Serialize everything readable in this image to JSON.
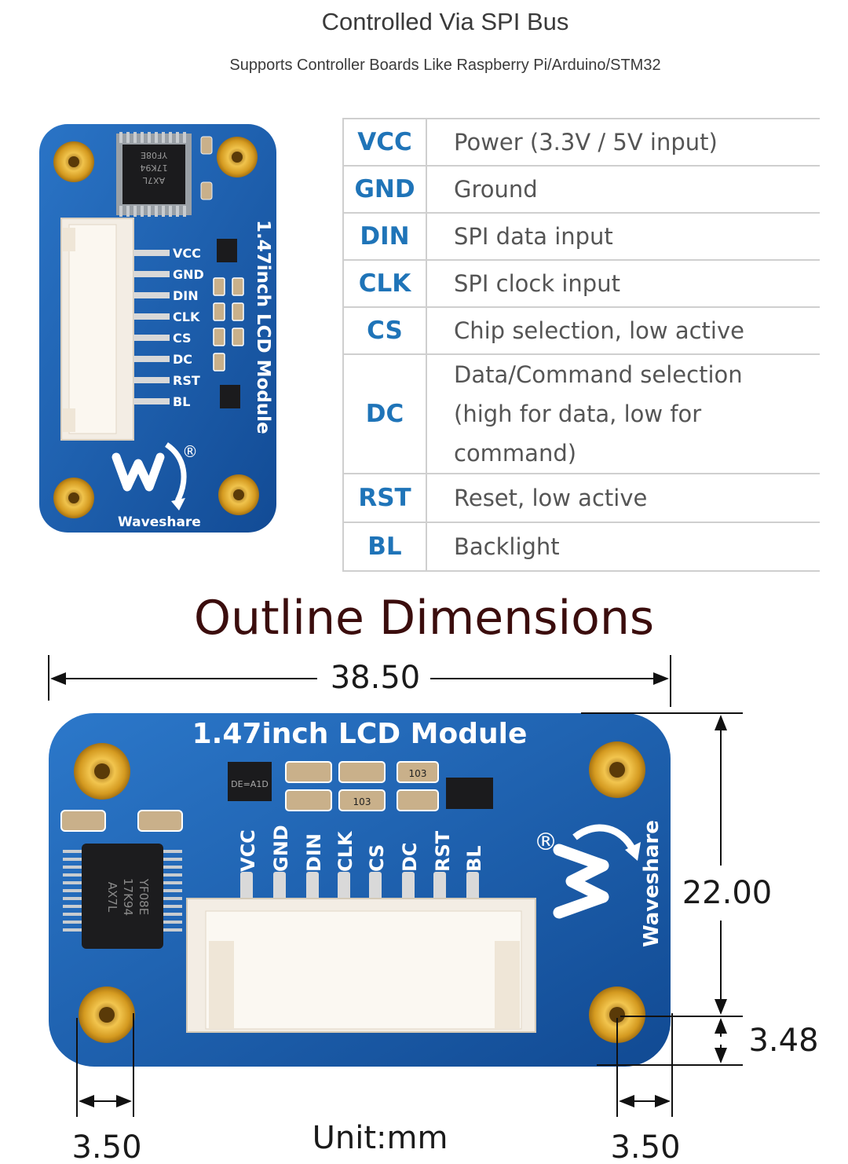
{
  "header": {
    "title": "Controlled Via SPI Bus",
    "subtitle": "Supports Controller Boards Like Raspberry Pi/Arduino/STM32"
  },
  "pins": [
    {
      "name": "VCC",
      "desc": "Power (3.3V / 5V input)"
    },
    {
      "name": "GND",
      "desc": "Ground"
    },
    {
      "name": "DIN",
      "desc": "SPI data input"
    },
    {
      "name": "CLK",
      "desc": "SPI clock input"
    },
    {
      "name": "CS",
      "desc": "Chip selection, low active"
    },
    {
      "name": "DC",
      "desc": "Data/Command selection",
      "desc2": "(high for data, low for command)"
    },
    {
      "name": "RST",
      "desc": "Reset, low active"
    },
    {
      "name": "BL",
      "desc": "Backlight"
    }
  ],
  "board": {
    "module_title": "1.47inch LCD Module",
    "brand": "Waveshare",
    "registered": "®",
    "chip_lines": [
      "AX7L",
      "17K94",
      "YF08E"
    ],
    "pin_labels": [
      "VCC",
      "GND",
      "DIN",
      "CLK",
      "CS",
      "DC",
      "RST",
      "BL"
    ],
    "resistor_label": "103",
    "transistor_label": "DE=A1D"
  },
  "outline": {
    "title": "Outline Dimensions",
    "width": "38.50",
    "height": "22.00",
    "hole_offset_vertical": "3.48",
    "hole_offset_left": "3.50",
    "hole_offset_right": "3.50",
    "unit": "Unit:mm"
  },
  "colors": {
    "pin_name": "#1f74b8",
    "pcb": "#1a5db0",
    "title": "#3b0d0d"
  }
}
